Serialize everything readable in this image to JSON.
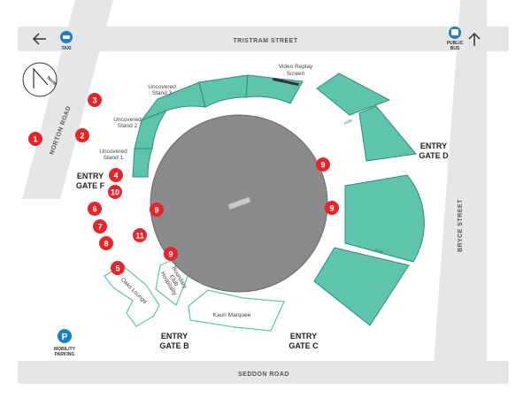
{
  "roads": {
    "tristram": "TRISTRAM STREET",
    "norton": "NORTON ROAD",
    "bryce": "BRYCE STREET",
    "seddon": "SEDDON ROAD"
  },
  "stands": {
    "uncovered_3": [
      "Uncovered",
      "Stand 3"
    ],
    "uncovered_2": [
      "Uncovered",
      "Stand 2"
    ],
    "uncovered_1": [
      "Uncovered",
      "Stand 1"
    ],
    "video_replay": [
      "Video Replay",
      "Screen"
    ],
    "aisle": "Aisle",
    "kauri_marquee": "Kauri Marquee",
    "oaks_lounge": "Oaks Lounge",
    "boundary_club": [
      "Boundary",
      "Club",
      "Hospitality"
    ]
  },
  "gates": {
    "d": [
      "ENTRY",
      "GATE D"
    ],
    "f": [
      "ENTRY",
      "GATE F"
    ],
    "b": [
      "ENTRY",
      "GATE B"
    ],
    "c": [
      "ENTRY",
      "GATE C"
    ]
  },
  "services": {
    "taxi": "TAXI",
    "public_bus": [
      "PUBLIC",
      "BUS"
    ],
    "mobility_parking": [
      "MOBILITY",
      "PARKING"
    ],
    "parking_letter": "P"
  },
  "compass": {
    "label": "North"
  },
  "markers": [
    "1",
    "2",
    "3",
    "4",
    "5",
    "6",
    "7",
    "8",
    "9",
    "9",
    "9",
    "9",
    "10",
    "11"
  ],
  "colors": {
    "stand_fill": "#5fc4ae",
    "stand_stroke": "#2e8c7a",
    "field": "#8a8a8a",
    "road": "#e6e6e6",
    "marker": "#e4262a",
    "service_blue": "#1e7fc1"
  }
}
